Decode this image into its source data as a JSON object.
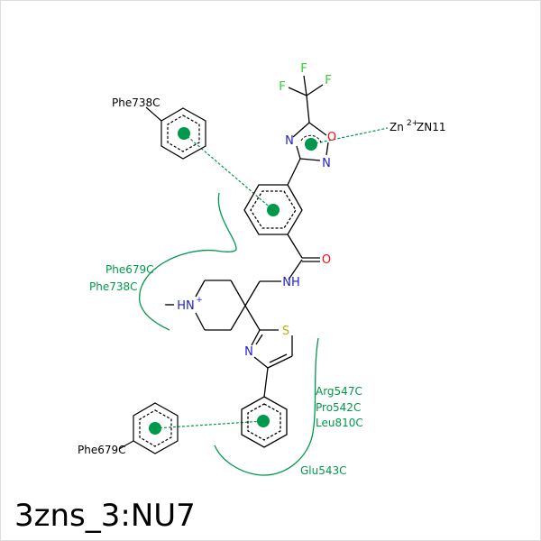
{
  "caption": "3zns_3:NU7",
  "colors": {
    "bond": "#000000",
    "residue_green": "#00994c",
    "interaction": "#00994c",
    "ring_centroid": "#00994c",
    "nitrogen": "#1f1fcc",
    "oxygen": "#ff0d0d",
    "sulfur": "#b3b300",
    "fluorine": "#33cc33"
  },
  "atoms": {
    "f_left": "F",
    "f_top": "F",
    "f_right": "F",
    "oxadiazole_n1": "N",
    "oxadiazole_n2": "N",
    "oxadiazole_o": "O",
    "carbonyl_o": "O",
    "amide_nh": "NH",
    "piperidine_nh": "HN",
    "piperidine_charge": "+",
    "methyl_dash": "−",
    "thiazole_s": "S",
    "thiazole_n": "N"
  },
  "labels": {
    "phe738c_top": "Phe738C",
    "zn_ion": "Zn",
    "zn_charge": "2+",
    "zn_residue": "ZN11",
    "phe679c_mid": "Phe679C",
    "phe738c_mid": "Phe738C",
    "arg547c": "Arg547C",
    "pro542c": "Pro542C",
    "leu810c": "Leu810C",
    "glu543c": "Glu543C",
    "phe679c_bottom": "Phe679C"
  },
  "icons": {
    "centroid": "filled-circle"
  }
}
